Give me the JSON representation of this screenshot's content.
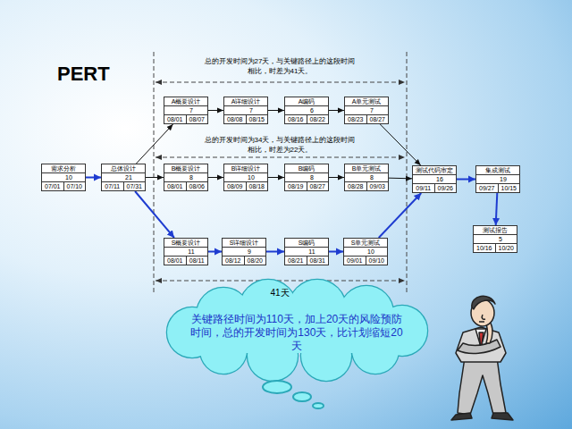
{
  "diagram": {
    "title": "PERT",
    "nodes": [
      {
        "text": [
          "需求分析",
          "10",
          "07/01",
          "07/10"
        ]
      },
      {
        "text": [
          "总体设计",
          "21",
          "07/11",
          "07/31"
        ]
      },
      {
        "text": [
          "A概要设计",
          "7",
          "08/01",
          "08/07"
        ]
      },
      {
        "text": [
          "A详细设计",
          "7",
          "08/08",
          "08/15"
        ]
      },
      {
        "text": [
          "A编码",
          "6",
          "08/16",
          "08/22"
        ]
      },
      {
        "text": [
          "A单元测试",
          "7",
          "08/23",
          "08/27"
        ]
      },
      {
        "text": [
          "B概要设计",
          "8",
          "08/01",
          "08/06"
        ]
      },
      {
        "text": [
          "B详细设计",
          "10",
          "08/09",
          "08/18"
        ]
      },
      {
        "text": [
          "B编码",
          "8",
          "08/19",
          "08/27"
        ]
      },
      {
        "text": [
          "B单元测试",
          "8",
          "08/28",
          "09/03"
        ]
      },
      {
        "text": [
          "S概要设计",
          "11",
          "08/01",
          "08/11"
        ]
      },
      {
        "text": [
          "S详细设计",
          "9",
          "08/12",
          "08/20"
        ]
      },
      {
        "text": [
          "S编码",
          "11",
          "08/21",
          "08/31"
        ]
      },
      {
        "text": [
          "S单元测试",
          "10",
          "09/01",
          "09/10"
        ]
      },
      {
        "text": [
          "测试代码审定",
          "16",
          "09/11",
          "09/26"
        ]
      },
      {
        "text": [
          "集成测试",
          "19",
          "09/27",
          "10/15"
        ]
      },
      {
        "text": [
          "测试报告",
          "5",
          "10/16",
          "10/20"
        ]
      }
    ],
    "edges": [
      {
        "from": 0,
        "to": 1,
        "arrow": "to"
      },
      {
        "from": 1,
        "to": 2,
        "arrow": "to"
      },
      {
        "from": 1,
        "to": 6,
        "arrow": "to"
      },
      {
        "from": 1,
        "to": 10,
        "arrow": "to"
      },
      {
        "from": 2,
        "to": 3,
        "arrow": "to"
      },
      {
        "from": 3,
        "to": 4,
        "arrow": "to"
      },
      {
        "from": 4,
        "to": 5,
        "arrow": "to"
      },
      {
        "from": 6,
        "to": 7,
        "arrow": "to"
      },
      {
        "from": 7,
        "to": 8,
        "arrow": "to"
      },
      {
        "from": 8,
        "to": 9,
        "arrow": "to"
      },
      {
        "from": 10,
        "to": 11,
        "arrow": "to"
      },
      {
        "from": 11,
        "to": 12,
        "arrow": "to"
      },
      {
        "from": 12,
        "to": 13,
        "arrow": "to"
      },
      {
        "from": 5,
        "to": 14,
        "arrow": "to"
      },
      {
        "from": 9,
        "to": 14,
        "arrow": "to"
      },
      {
        "from": 13,
        "to": 14,
        "arrow": "to"
      },
      {
        "from": 14,
        "to": 15,
        "arrow": "to"
      },
      {
        "from": 15,
        "to": 16,
        "arrow": "to"
      }
    ],
    "labels": [
      "总的开发时间为27天，与关键路径上的这段时间相比，时差为41天。",
      "总的开发时间为34天，与关键路径上的这段时间相比，时差为22天。",
      "41天",
      "关键路径时间为110天，加上20天的风险预防时间，总的开发时间为130天，比计划缩短20天"
    ]
  }
}
